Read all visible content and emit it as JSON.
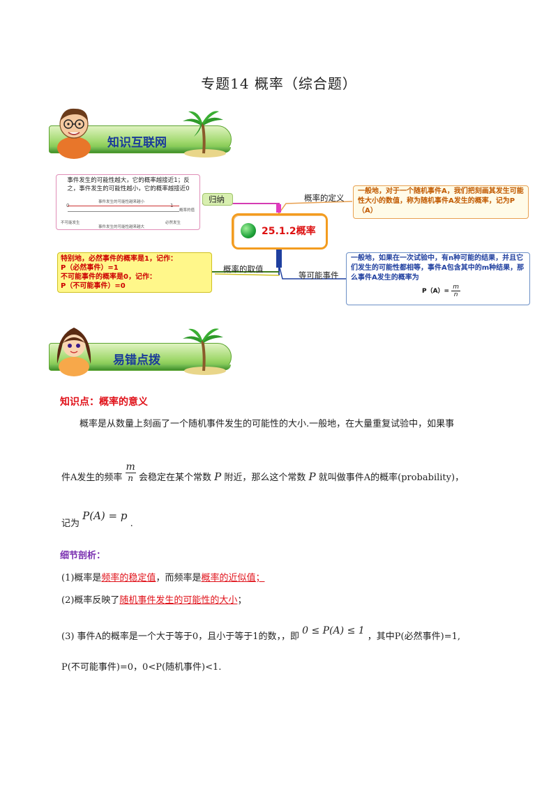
{
  "doc": {
    "title": "专题14 概率（综合题）"
  },
  "sections": {
    "network": "知识互联网",
    "mistakes": "易错点拨"
  },
  "mindmap": {
    "center": "25.1.2概率",
    "branches": {
      "guina": "归纳",
      "definition": "概率的定义",
      "values": "概率的取值",
      "equal": "等可能事件"
    },
    "pink_box": {
      "text": "事件发生的可能性越大，它的概率越接近1；反之，事件发生的可能性越小，它的概率越接近0",
      "top_label": "事件发生的可能性越来越小",
      "bottom_label": "事件发生的可能性越来越大",
      "left_label": "不可能发生",
      "right_label": "必然发生",
      "side_label": "概率的值",
      "tick_0": "0",
      "tick_1": "1"
    },
    "orange_box": "一般地，对于一个随机事件A，我们把刻画其发生可能性大小的数值，称为随机事件A发生的概率，记为P（A）",
    "yellow_box": {
      "l1": "特别地，必然事件的概率是1，记作：",
      "l2": "P（必然事件）=1",
      "l3": "不可能事件的概率是0，记作：",
      "l4": "P（不可能事件）=0"
    },
    "blue_box": {
      "text": "一般地，如果在一次试验中，有n种可能的结果，并且它们发生的可能性都相等，事件A包含其中的m种结果，那么事件A发生的概率为",
      "formula_left": "P（A）=",
      "formula_num": "m",
      "formula_den": "n"
    }
  },
  "content": {
    "heading": "知识点：概率的意义",
    "p1": "概率是从数量上刻画了一个随机事件发生的可能性的大小.一般地，在大量重复试验中，如果事",
    "p2a": "件A发生的频率",
    "frac_num": "m",
    "frac_den": "n",
    "p2b": "会稳定在某个常数",
    "p": "P",
    "p2c": "附近，那么这个常数",
    "p2d": "就叫做事件A的概率(probability)，",
    "p3a": "记为",
    "p3formula": "P(A) = p",
    "p3end": ".",
    "detail_head": "细节剖析：",
    "d1a": "(1)概率是",
    "d1u1": "频率的稳定值",
    "d1b": "，而频率是",
    "d1u2": "概率的近似值；",
    "d2a": "(2)概率反映了",
    "d2u": "随机事件发生的可能性的大小",
    "d2b": "；",
    "d3a": "(3)  事件A的概率是一个大于等于0，且小于等于1的数，，即",
    "d3formula": "0 ≤ P(A) ≤ 1",
    "d3b": "，其中P(必然事件)=1,",
    "d4": "P(不可能事件)=0，0<P(随机事件)<1."
  }
}
